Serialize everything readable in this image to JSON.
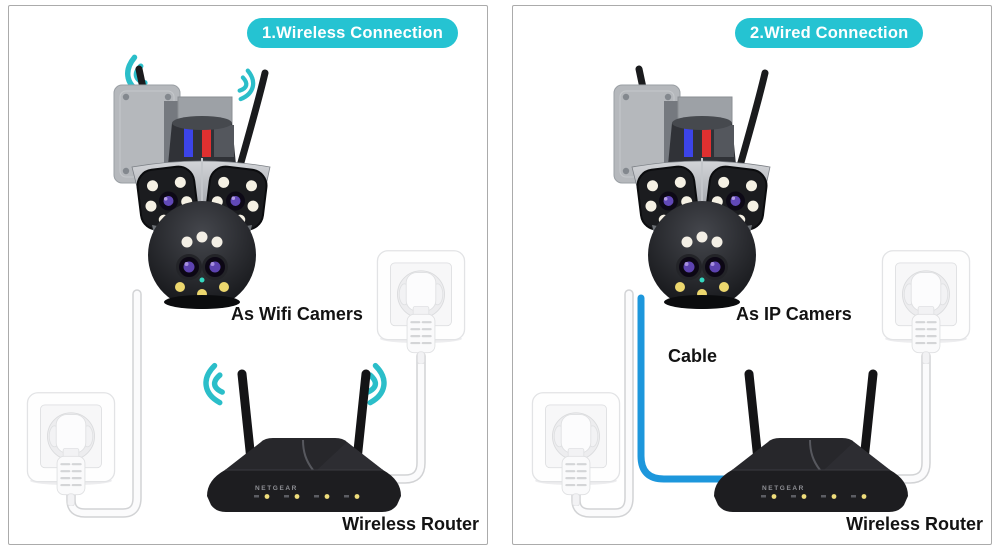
{
  "panels": [
    {
      "badge": "1.Wireless Connection",
      "camera_label": "As Wifi Camers",
      "router_label": "Wireless Router"
    },
    {
      "badge": "2.Wired Connection",
      "camera_label": "As IP Camers",
      "cable_label": "Cable",
      "router_label": "Wireless Router"
    }
  ],
  "router_brand": "NETGEAR",
  "colors": {
    "badge_cyan": "#25c3d2",
    "wifi_teal": "#2bbec9",
    "ethernet_blue": "#1d97dc",
    "label_text": "#131313",
    "camera_alarm_blue": "#3c44e8",
    "camera_alarm_red": "#df3030",
    "router_led_yellow": "#eedd7c"
  }
}
